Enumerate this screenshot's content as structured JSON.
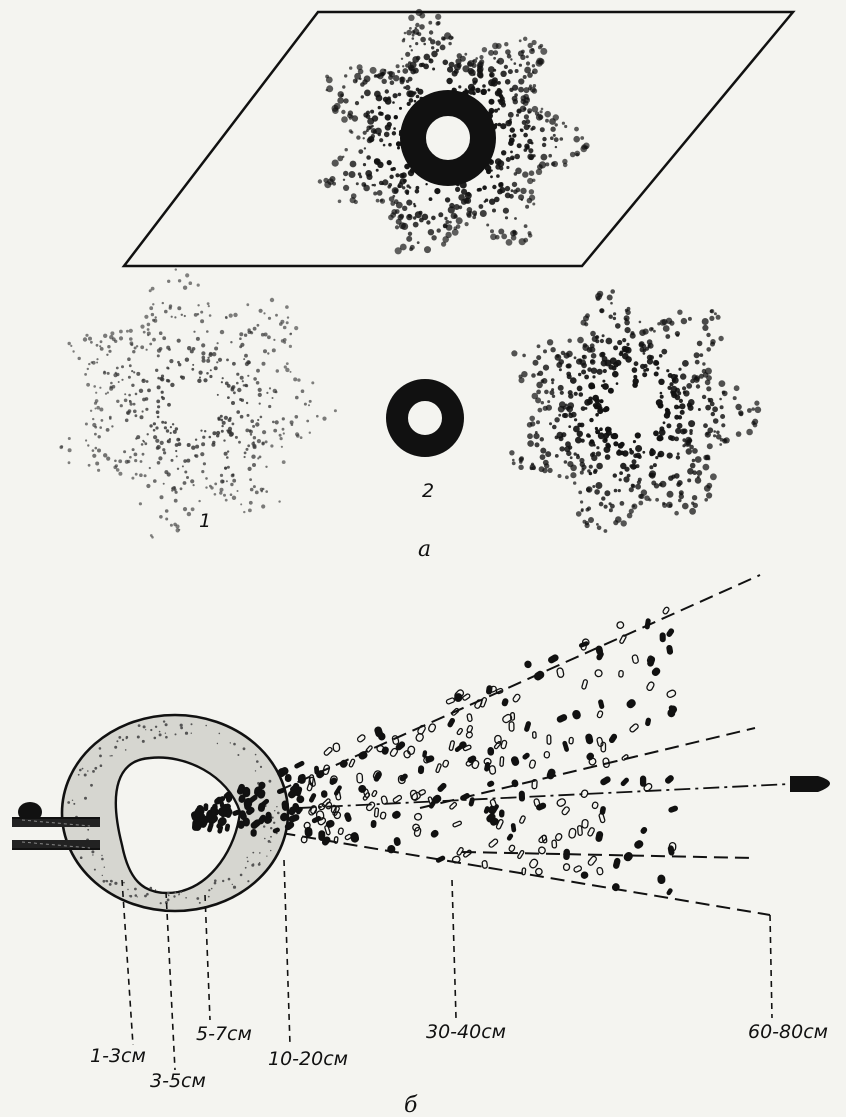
{
  "figure_a": {
    "panel_label": "а",
    "item_labels": [
      "1",
      "2"
    ]
  },
  "figure_b": {
    "panel_label": "б",
    "distance_labels": [
      "1-3см",
      "3-5см",
      "5-7см",
      "10-20см",
      "30-40см",
      "60-80см"
    ]
  }
}
